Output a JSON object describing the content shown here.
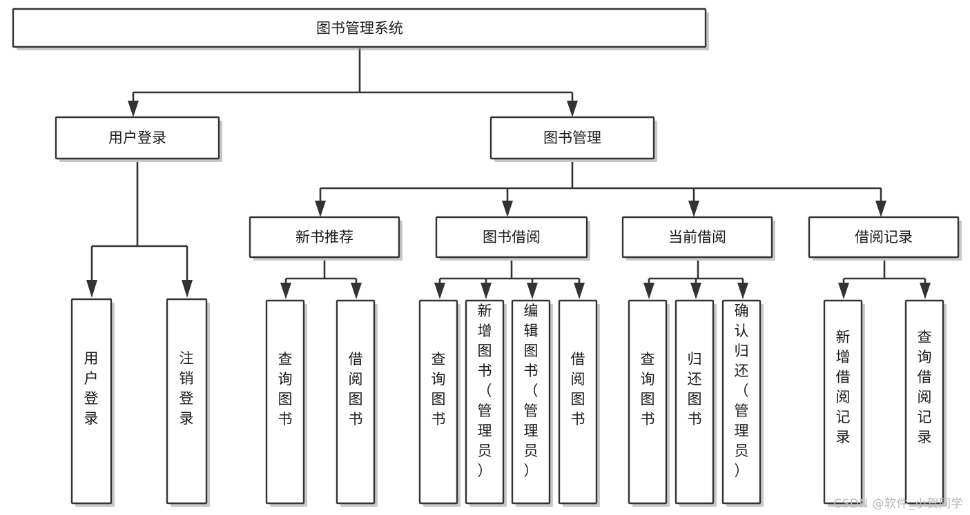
{
  "diagram": {
    "title_node": {
      "label": "图书管理系统"
    },
    "level2": [
      {
        "id": "user-login",
        "label": "用户登录"
      },
      {
        "id": "book-management",
        "label": "图书管理"
      }
    ],
    "level3": [
      {
        "id": "new-book-recommend",
        "label": "新书推荐",
        "parent": "book-management"
      },
      {
        "id": "book-borrow",
        "label": "图书借阅",
        "parent": "book-management"
      },
      {
        "id": "current-borrow",
        "label": "当前借阅",
        "parent": "book-management"
      },
      {
        "id": "borrow-record",
        "label": "借阅记录",
        "parent": "book-management"
      }
    ],
    "leaves": [
      {
        "id": "leaf-user-login",
        "label": "用户登录",
        "parent": "user-login"
      },
      {
        "id": "leaf-logout-login",
        "label": "注销登录",
        "parent": "user-login"
      },
      {
        "id": "leaf-query-book-1",
        "label": "查询图书",
        "parent": "new-book-recommend"
      },
      {
        "id": "leaf-borrow-book-1",
        "label": "借阅图书",
        "parent": "new-book-recommend"
      },
      {
        "id": "leaf-query-book-2",
        "label": "查询图书",
        "parent": "book-borrow"
      },
      {
        "id": "leaf-add-book",
        "label": "新增图书（管理员）",
        "parent": "book-borrow"
      },
      {
        "id": "leaf-edit-book",
        "label": "编辑图书（管理员）",
        "parent": "book-borrow"
      },
      {
        "id": "leaf-borrow-book-2",
        "label": "借阅图书",
        "parent": "book-borrow"
      },
      {
        "id": "leaf-query-book-3",
        "label": "查询图书",
        "parent": "current-borrow"
      },
      {
        "id": "leaf-return-book",
        "label": "归还图书",
        "parent": "current-borrow"
      },
      {
        "id": "leaf-confirm-return",
        "label": "确认归还（管理员）",
        "parent": "current-borrow"
      },
      {
        "id": "leaf-add-record",
        "label": "新增借阅记录",
        "parent": "borrow-record"
      },
      {
        "id": "leaf-query-record",
        "label": "查询借阅记录",
        "parent": "borrow-record"
      }
    ],
    "watermark": "CSDN @软件_小贺同学",
    "colors": {
      "stroke": "#333333",
      "fill": "#ffffff",
      "text": "#1a1a1a",
      "watermark": "#b9b9b9"
    }
  }
}
